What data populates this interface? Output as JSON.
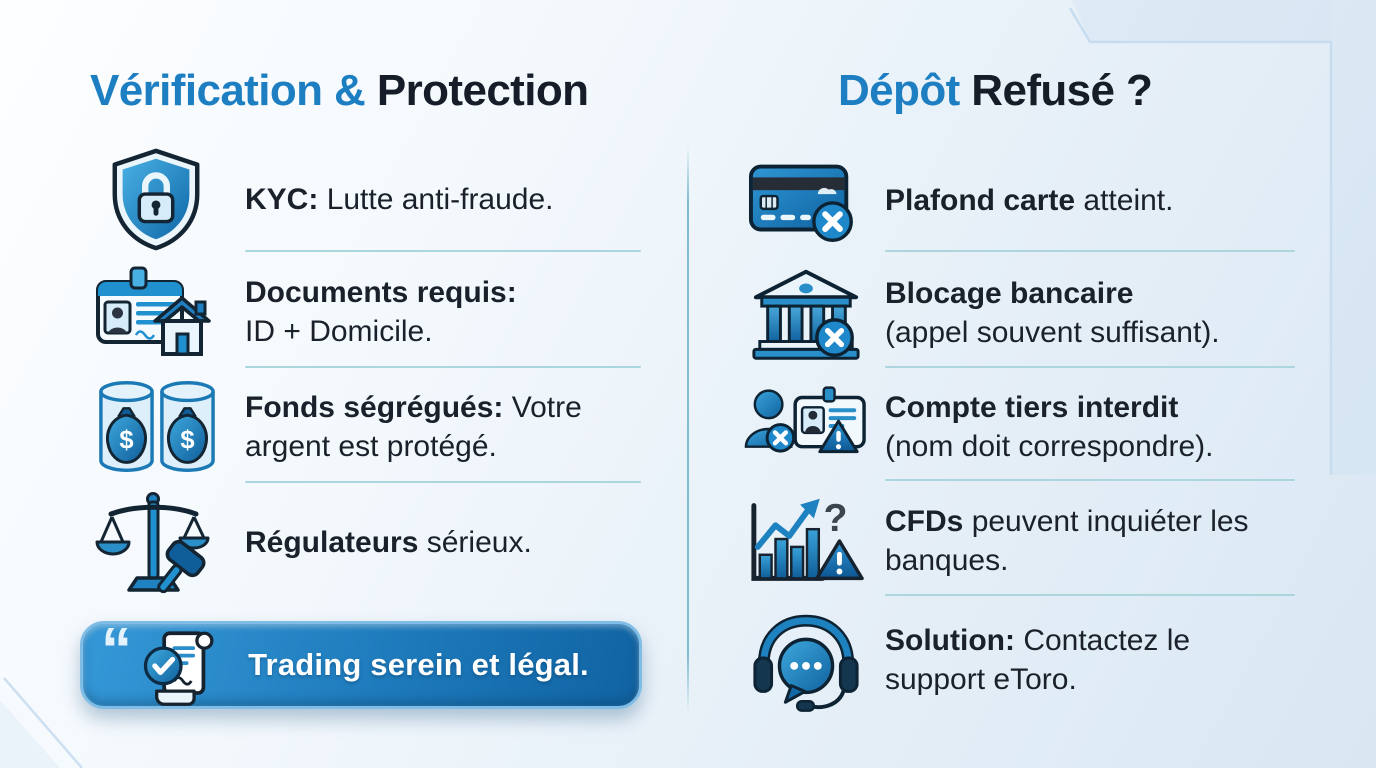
{
  "titles": {
    "left_accent": "Vérification &",
    "left_rest": "Protection",
    "right_accent": "Dépôt",
    "right_rest": "Refusé ?"
  },
  "left_items": [
    {
      "icon": "shield-lock-icon",
      "bold": "KYC:",
      "rest": "Lutte anti-fraude."
    },
    {
      "icon": "id-card-house-icon",
      "bold": "Documents requis:",
      "rest": "ID + Domicile."
    },
    {
      "icon": "money-bags-icon",
      "bold": "Fonds ségrégués:",
      "rest": "Votre argent est protégé."
    },
    {
      "icon": "scales-gavel-icon",
      "bold": "Régulateurs",
      "rest": "sérieux."
    }
  ],
  "banner": {
    "icon": "scroll-check-icon",
    "quote_mark": "“",
    "label": "Trading serein et légal."
  },
  "right_items": [
    {
      "icon": "card-declined-icon",
      "bold": "Plafond carte",
      "rest": "atteint."
    },
    {
      "icon": "bank-blocked-icon",
      "bold": "Blocage bancaire",
      "rest": "(appel souvent suffisant)."
    },
    {
      "icon": "third-party-id-icon",
      "bold": "Compte tiers interdit",
      "rest": "(nom doit correspondre)."
    },
    {
      "icon": "cfd-risk-chart-icon",
      "bold": "CFDs",
      "rest": "peuvent inquiéter les banques."
    },
    {
      "icon": "support-headset-icon",
      "bold": "Solution:",
      "rest": "Contactez le support eToro."
    }
  ],
  "glyphs": {
    "dollar": "$",
    "question": "?"
  },
  "colors": {
    "accent_blue": "#1d7fc1",
    "dark_text": "#161d28",
    "divider": "#abd6de",
    "column_divider": "#7fbccd",
    "banner_gradient_start": "#3598d7",
    "banner_gradient_end": "#1063a2",
    "background_tint": "#d9e7f3"
  }
}
